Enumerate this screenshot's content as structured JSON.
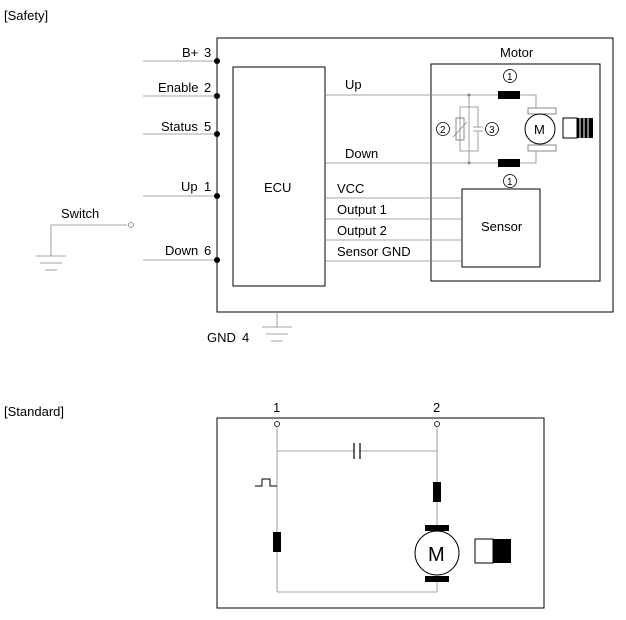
{
  "sections": {
    "safety": "[Safety]",
    "standard": "[Standard]"
  },
  "safety": {
    "pins": {
      "bplus": {
        "name": "B+",
        "num": "3"
      },
      "enable": {
        "name": "Enable",
        "num": "2"
      },
      "status": {
        "name": "Status",
        "num": "5"
      },
      "up": {
        "name": "Up",
        "num": "1"
      },
      "down": {
        "name": "Down",
        "num": "6"
      },
      "gnd": {
        "name": "GND",
        "num": "4"
      }
    },
    "switch_label": "Switch",
    "ecu_label": "ECU",
    "motor_label": "Motor",
    "motor_symbol": "M",
    "sensor_label": "Sensor",
    "signals": {
      "up": "Up",
      "down": "Down",
      "vcc": "VCC",
      "output1": "Output 1",
      "output2": "Output 2",
      "sensor_gnd": "Sensor GND"
    },
    "callouts": {
      "c1_top": "1",
      "c1_bottom": "1",
      "c2": "2",
      "c3": "3"
    }
  },
  "standard": {
    "terminal_1": "1",
    "terminal_2": "2",
    "motor_symbol": "M"
  }
}
